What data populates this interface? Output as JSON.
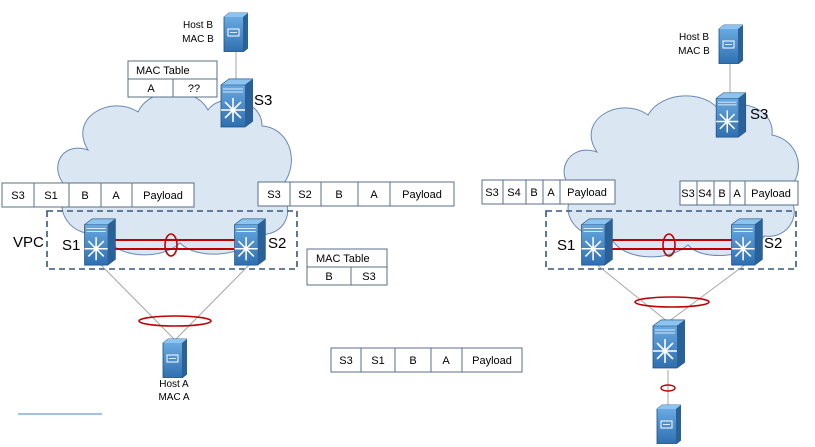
{
  "left": {
    "host_b": {
      "line1": "Host B",
      "line2": "MAC B"
    },
    "host_a": {
      "line1": "Host A",
      "line2": "MAC A"
    },
    "mac_table_top": {
      "title": "MAC Table",
      "mac": "A",
      "port": "??"
    },
    "mac_table_right": {
      "title": "MAC Table",
      "mac": "B",
      "port": "S3"
    },
    "switch_s3": "S3",
    "switch_s1": "S1",
    "switch_s2": "S2",
    "vpc_label": "VPC",
    "frame_left": [
      "S3",
      "S1",
      "B",
      "A",
      "Payload"
    ],
    "frame_right": [
      "S3",
      "S2",
      "B",
      "A",
      "Payload"
    ],
    "frame_bottom": [
      "S3",
      "S1",
      "B",
      "A",
      "Payload"
    ]
  },
  "right": {
    "host_b": {
      "line1": "Host B",
      "line2": "MAC B"
    },
    "switch_s3": "S3",
    "switch_s1": "S1",
    "switch_s2": "S2",
    "frame_left": [
      "S3",
      "S4",
      "B",
      "A",
      "Payload"
    ],
    "frame_right": [
      "S3",
      "S4",
      "B",
      "A",
      "Payload"
    ]
  },
  "colors": {
    "cloud_fill": "#dbe6f3",
    "cloud_stroke": "#6a89b5",
    "device_blue": "#3c7fc0",
    "vpc_border": "#36587f",
    "port_channel": "#c00000",
    "link_gray": "#a6a6a6"
  },
  "icons": {
    "switch": "nexus-switch-icon",
    "host": "server-host-icon"
  }
}
